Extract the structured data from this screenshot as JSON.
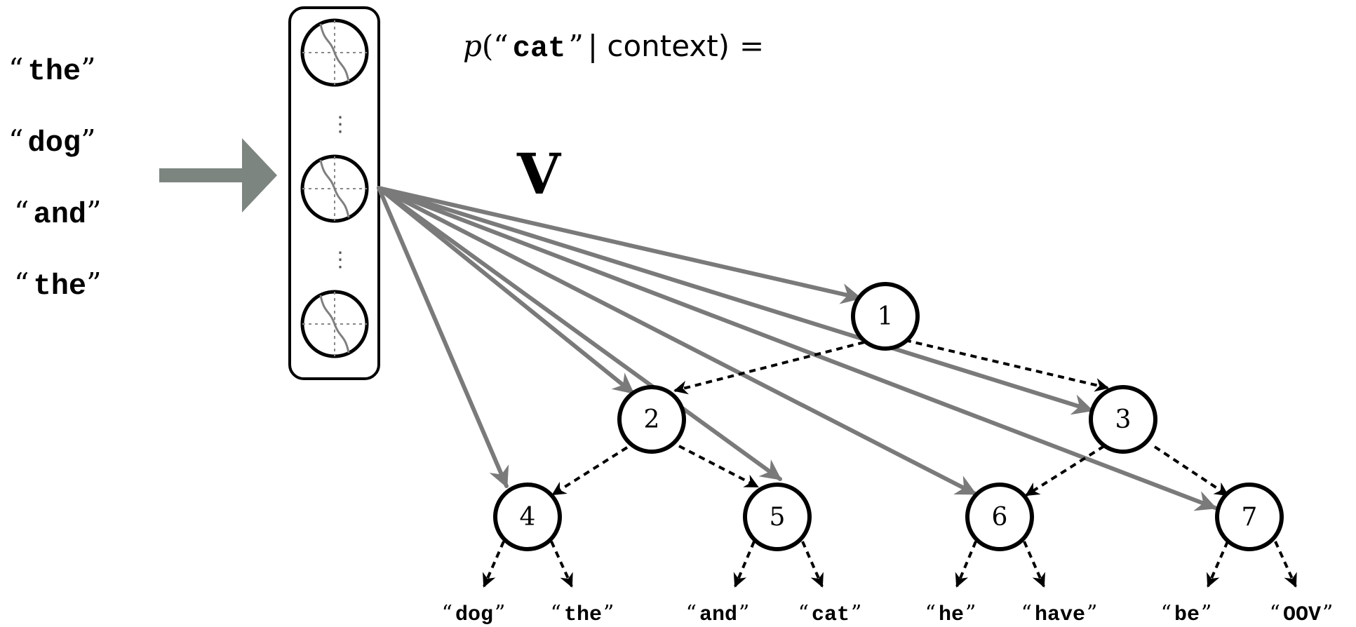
{
  "context_words": [
    {
      "open": "“",
      "word": "the",
      "close": "”"
    },
    {
      "open": "“",
      "word": "dog",
      "close": "”"
    },
    {
      "open": "“",
      "word": "and",
      "close": "”"
    },
    {
      "open": "“",
      "word": "the",
      "close": "”"
    }
  ],
  "formula": {
    "p": "p",
    "open_paren_quote": "(“",
    "word": "cat",
    "close_quote": "”",
    "bar_context": "| context)",
    "equals": "="
  },
  "matrix_label": "V",
  "vdots": "⋮",
  "tree_nodes": [
    {
      "id": "1",
      "label": "1"
    },
    {
      "id": "2",
      "label": "2"
    },
    {
      "id": "3",
      "label": "3"
    },
    {
      "id": "4",
      "label": "4"
    },
    {
      "id": "5",
      "label": "5"
    },
    {
      "id": "6",
      "label": "6"
    },
    {
      "id": "7",
      "label": "7"
    }
  ],
  "leaf_words": [
    {
      "open": "“",
      "word": "dog",
      "close": "”"
    },
    {
      "open": "“",
      "word": "the",
      "close": "”"
    },
    {
      "open": "“",
      "word": "and",
      "close": "”"
    },
    {
      "open": "“",
      "word": "cat",
      "close": "”"
    },
    {
      "open": "“",
      "word": "he",
      "close": "”"
    },
    {
      "open": "“",
      "word": "have",
      "close": "”"
    },
    {
      "open": "“",
      "word": "be",
      "close": "”"
    },
    {
      "open": "“",
      "word": "OOV",
      "close": "”"
    }
  ],
  "colors": {
    "gray_arrow": "#7a7a7a",
    "big_arrow": "#7d8580",
    "black": "#000000",
    "sigmoid": "#808080"
  }
}
